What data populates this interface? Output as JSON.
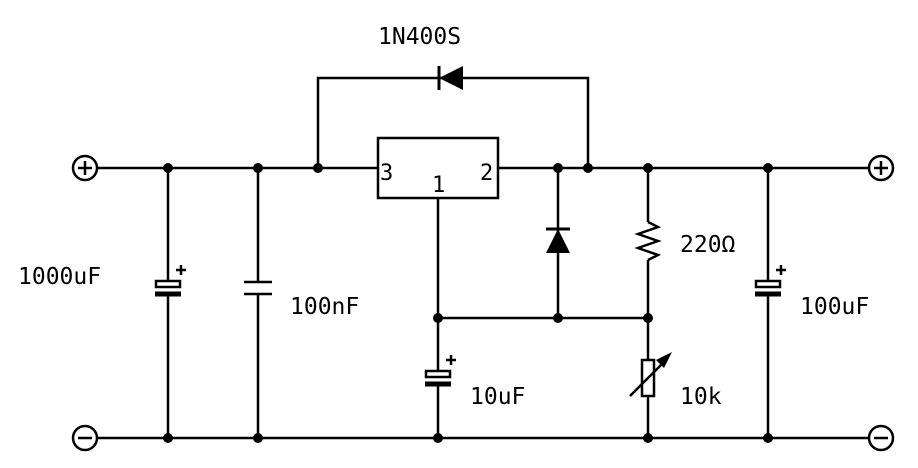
{
  "diagram": {
    "components": {
      "diode_top": "1N400S",
      "c_in_electrolytic": "1000uF",
      "c_in_ceramic": "100nF",
      "c_adj": "10uF",
      "r1": "220Ω",
      "pot": "10k",
      "c_out": "100uF"
    },
    "regulator_pins": {
      "input": "3",
      "adjust": "1",
      "output": "2"
    },
    "terminals": {
      "positive_symbol": "⊕",
      "negative_symbol": "⊖"
    }
  }
}
